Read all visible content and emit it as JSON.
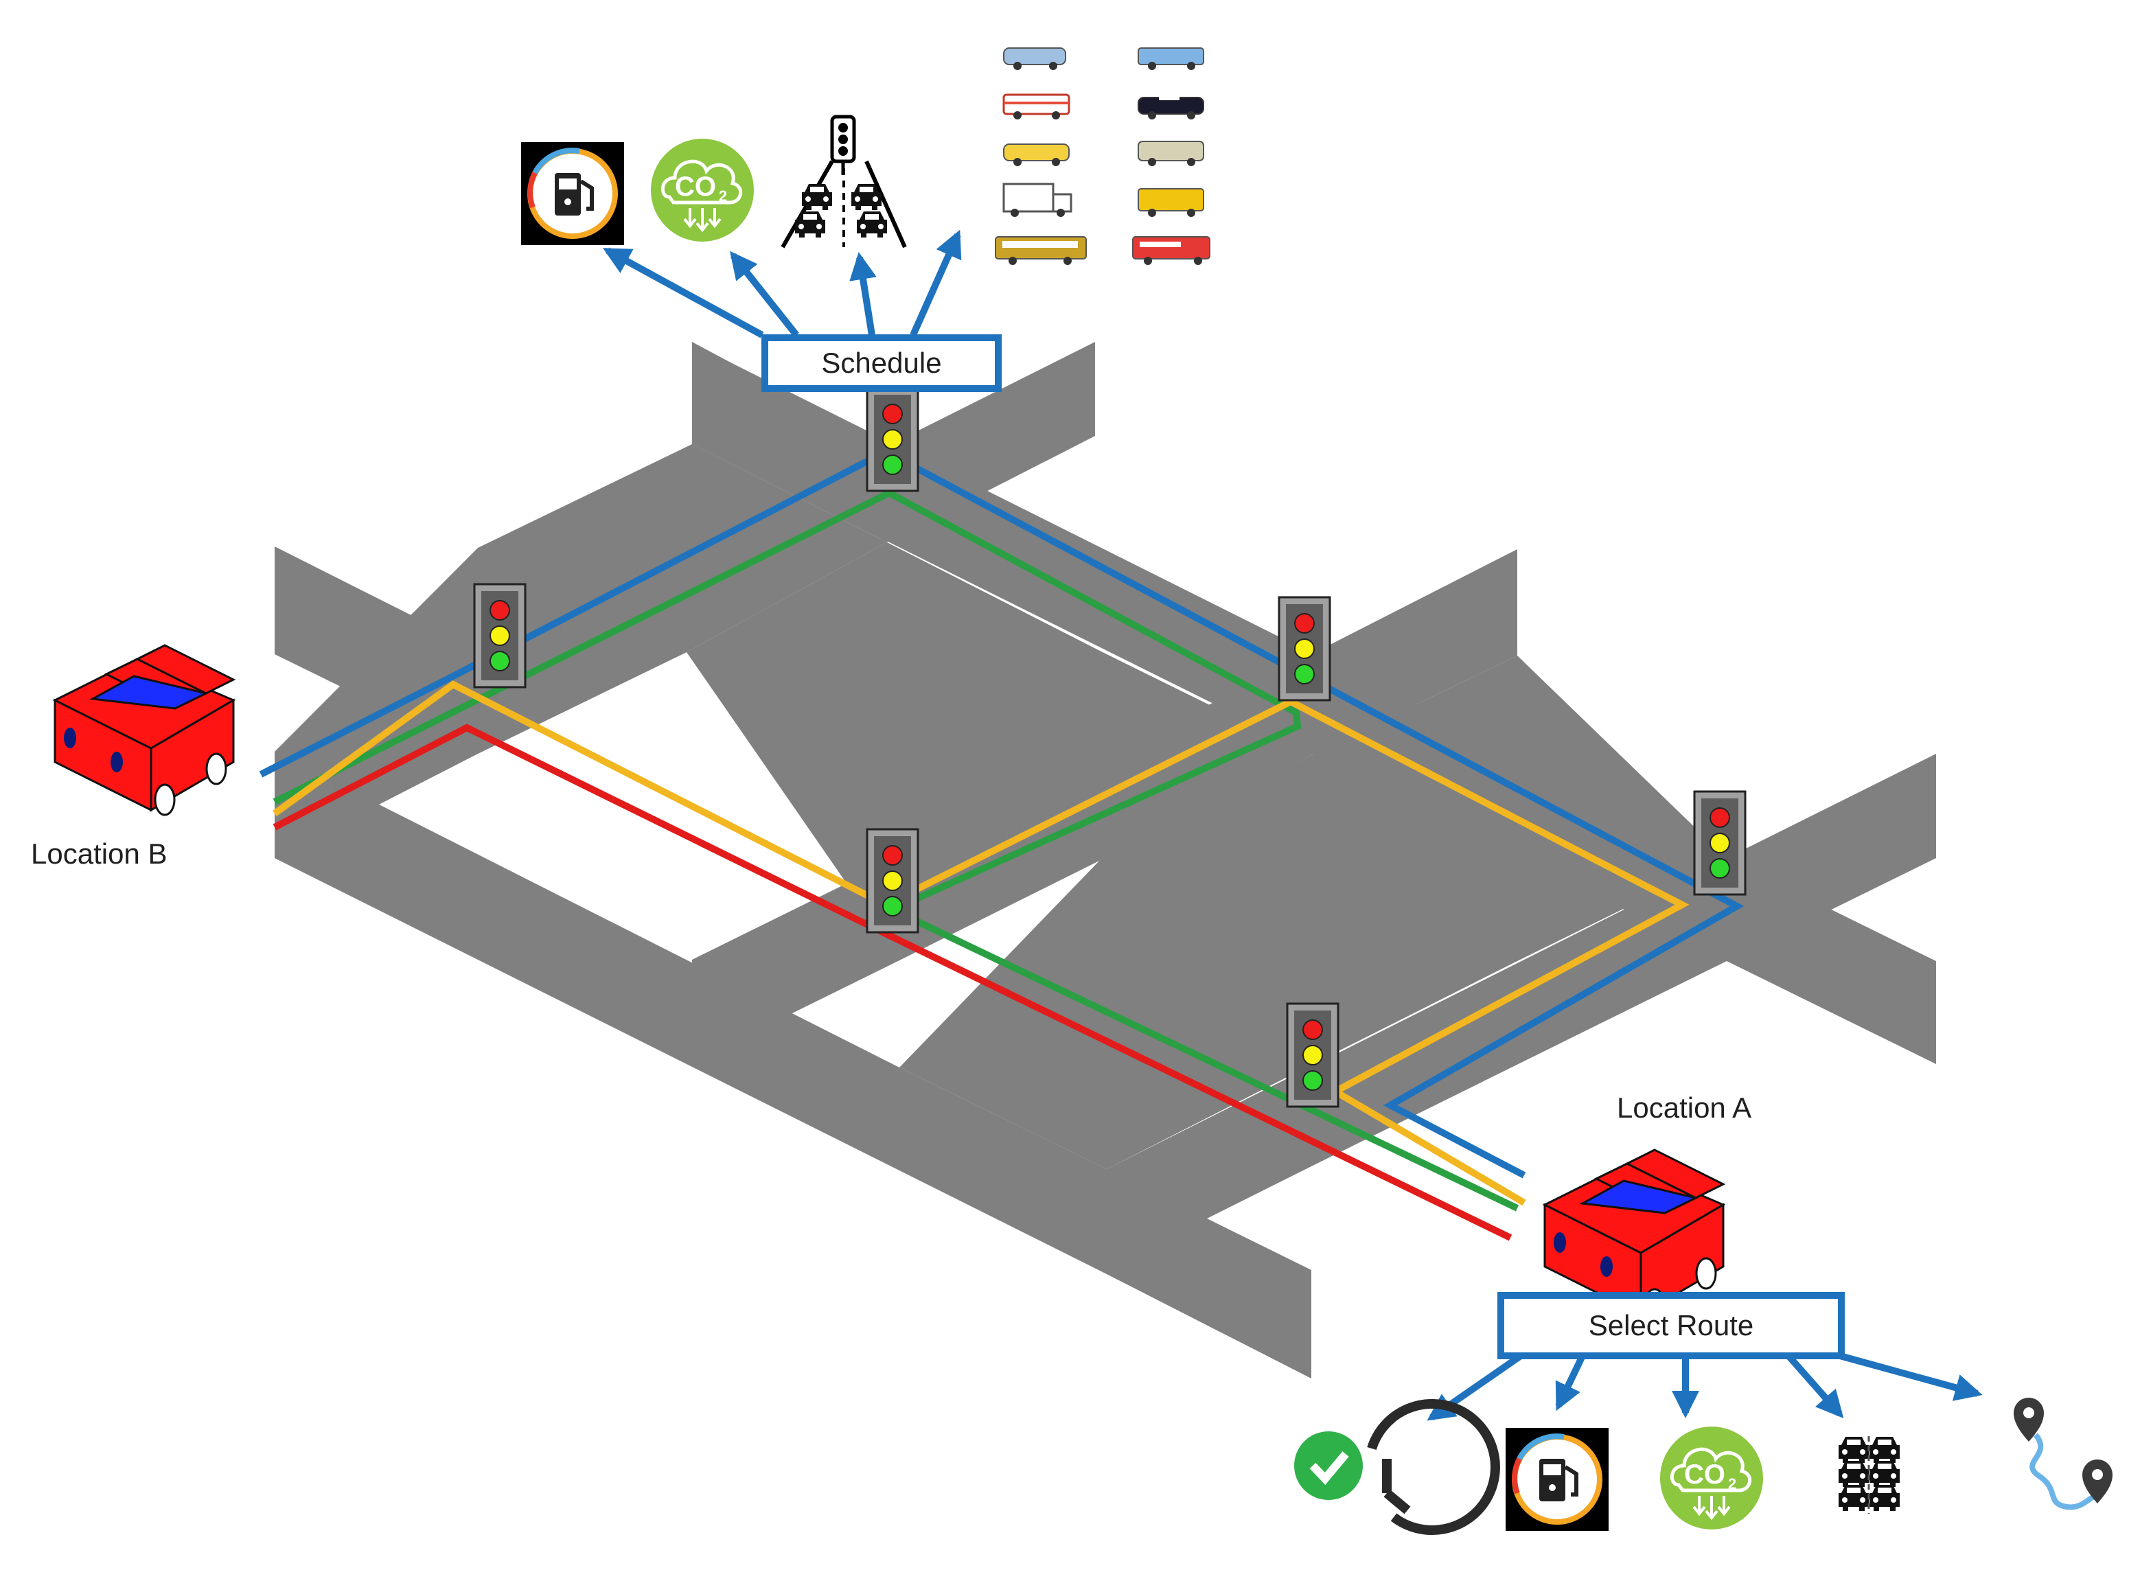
{
  "labels": {
    "location_b": "Location B",
    "location_a": "Location A",
    "schedule": "Schedule",
    "select_route": "Select Route"
  },
  "colors": {
    "road": "#808080",
    "route_blue": "#1f73be",
    "route_green": "#2aa043",
    "route_yellow": "#f2b620",
    "route_red": "#e21b1b",
    "box_border": "#1f73be",
    "car_body": "#ff1414",
    "car_roof": "#1a2fff"
  },
  "schedule_targets": [
    "fuel-icon",
    "co2-emission-icon",
    "traffic-signal-road-icon",
    "vehicle-types-icon"
  ],
  "select_route_targets": [
    "on-time-clock-icon",
    "fuel-icon",
    "co2-emission-icon",
    "traffic-congestion-icon",
    "route-map-pins-icon"
  ],
  "vehicle_types": [
    "sedan",
    "pickup-truck",
    "ambulance",
    "police-car",
    "taxi",
    "van",
    "box-truck",
    "school-bus",
    "tour-bus",
    "fire-truck"
  ],
  "traffic_light_count": 6
}
